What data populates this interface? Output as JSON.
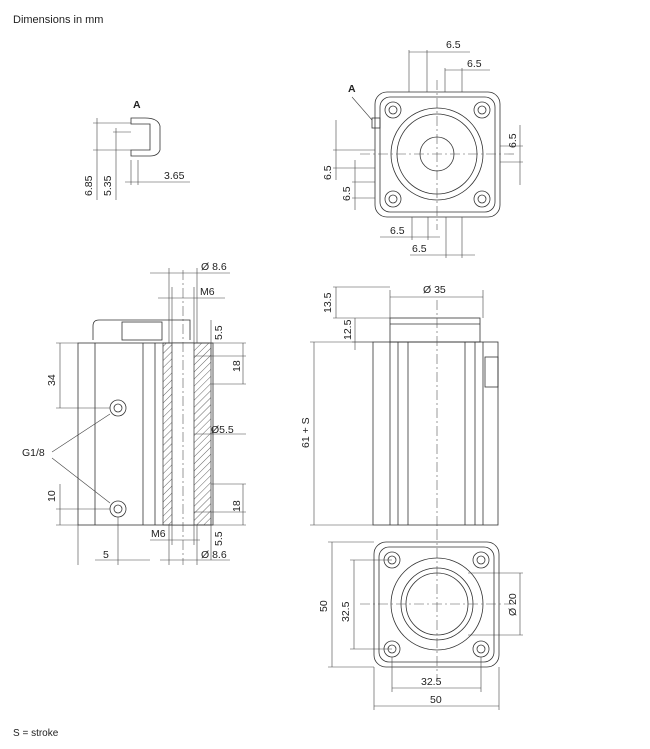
{
  "header": {
    "text": "Dimensions in mm"
  },
  "footer": {
    "text": "S = stroke"
  },
  "detail": {
    "letter": "A",
    "dim_685": "6.85",
    "dim_535": "5.35",
    "dim_365": "3.65"
  },
  "top_view": {
    "letter": "A",
    "dim_top_1": "6.5",
    "dim_top_2": "6.5",
    "dim_right": "6.5",
    "dim_left_1": "6.5",
    "dim_left_2": "6.5",
    "dim_bottom_1": "6.5",
    "dim_bottom_2": "6.5"
  },
  "side_view": {
    "dia_top": "Ø 8.6",
    "thread_top": "M6",
    "dim_55_top": "5.5",
    "dim_18_top": "18",
    "dim_34": "34",
    "dia_mid": "Ø5.5",
    "port_label": "G1/8",
    "dim_10": "10",
    "dim_18_bot": "18",
    "dim_55_bot": "5.5",
    "thread_bot": "M6",
    "dia_bot": "Ø 8.6",
    "dim_5": "5"
  },
  "front_view": {
    "dim_135": "13.5",
    "dia_35": "Ø 35",
    "dim_125": "12.5",
    "dim_61s": "61 + S"
  },
  "bottom_view": {
    "dim_50_v": "50",
    "dim_325_v": "32.5",
    "dia_20": "Ø 20",
    "dim_325_h": "32.5",
    "dim_50_h": "50"
  }
}
